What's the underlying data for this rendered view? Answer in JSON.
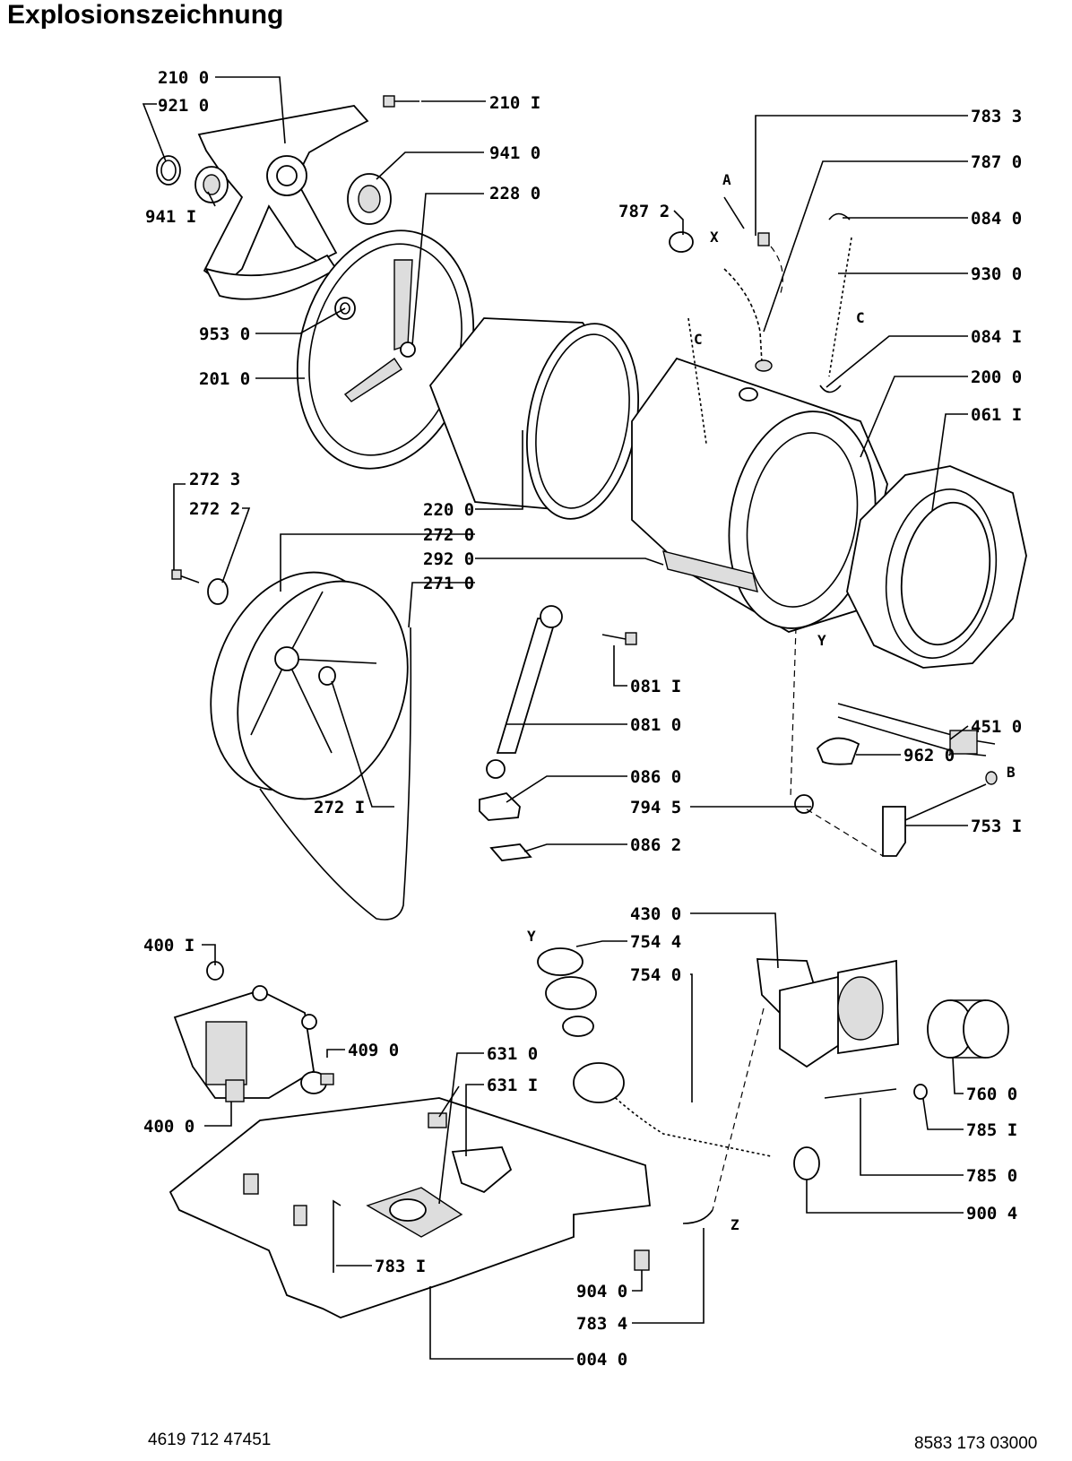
{
  "title": "Explosionszeichnung",
  "footer": {
    "left": "4619 712 47451",
    "right": "8583 173 03000"
  },
  "labels": {
    "p2100": "210 0",
    "p9210": "921 0",
    "p2101": "210 I",
    "p9410": "941 0",
    "p9411": "941 I",
    "p2280": "228 0",
    "p9530": "953 0",
    "p2010": "201 0",
    "p7833": "783 3",
    "p7870": "787 0",
    "p7872": "787 2",
    "p0840": "084 0",
    "p9300": "930 0",
    "p0841": "084 I",
    "p2000": "200 0",
    "p0611": "061 I",
    "p2723": "272 3",
    "p2722": "272 2",
    "p2200": "220 0",
    "p2720": "272 0",
    "p2920": "292 0",
    "p2710": "271 0",
    "p0811": "081 I",
    "p0810": "081 0",
    "p4510": "451 0",
    "p9620": "962 0",
    "p0860": "086 0",
    "p7945": "794 5",
    "p7531": "753 I",
    "p0862": "086 2",
    "p2721": "272 I",
    "p4300": "430 0",
    "p7544": "754 4",
    "p7540": "754 0",
    "p4001": "400 I",
    "p4090": "409 0",
    "p6310": "631 0",
    "p6311": "631 I",
    "p4000": "400 0",
    "p7600": "760 0",
    "p7851": "785 I",
    "p7850": "785 0",
    "p9004": "900 4",
    "p7831": "783 I",
    "p9040": "904 0",
    "p7834": "783 4",
    "p0040": "004 0"
  },
  "markers": {
    "A": "A",
    "X": "X",
    "C1": "C",
    "C2": "C",
    "Y1": "Y",
    "B": "B",
    "Y2": "Y",
    "Z": "Z"
  }
}
